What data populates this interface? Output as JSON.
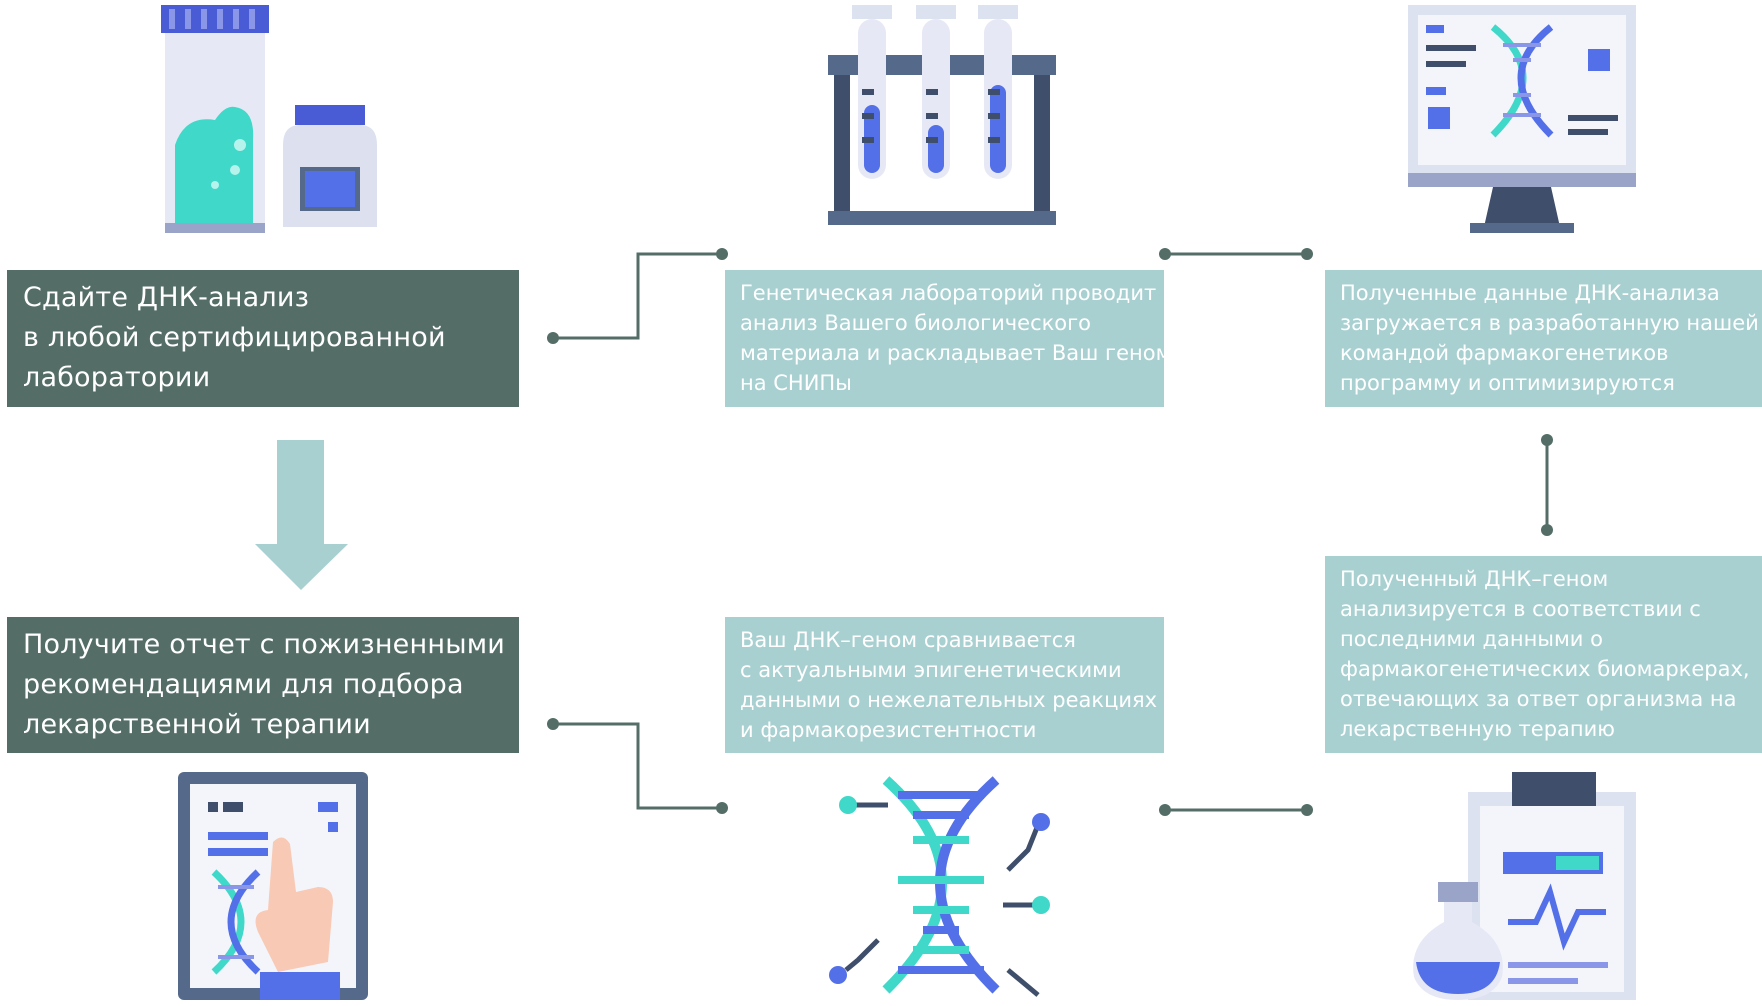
{
  "steps": {
    "step1": {
      "lines": [
        "Сдайте ДНК-анализ",
        "в любой сертифицированной",
        "лаборатории"
      ]
    },
    "step2": {
      "lines": [
        "Генетическая лабораторий проводит",
        "анализ Вашего биологического",
        "материала и раскладывает Ваш геном",
        "на СНИПы"
      ]
    },
    "step3": {
      "lines": [
        "Полученные данные ДНК-анализа",
        "загружается в разработанную нашей",
        "командой фармакогенетиков",
        "программу и оптимизируются"
      ]
    },
    "step4": {
      "lines": [
        "Полученный ДНК–геном",
        "анализируется в соответствии с",
        "последними данными о",
        "фармакогенетических биомаркерах,",
        "отвечающих за ответ организма на",
        "лекарственную терапию"
      ]
    },
    "step5": {
      "lines": [
        "Ваш ДНК–геном сравнивается",
        "с актуальными эпигенетическими",
        "данными о нежелательных реакциях",
        "и фармакорезистентности"
      ]
    },
    "step6": {
      "lines": [
        "Получите отчет с пожизненными",
        "рекомендациями  для подбора",
        "лекарственной терапии"
      ]
    }
  },
  "icons": [
    "sample-jars-icon",
    "test-tubes-icon",
    "dna-monitor-icon",
    "dna-helix-icon",
    "clipboard-flask-icon",
    "tablet-hand-icon"
  ],
  "colors": {
    "dark_box": "#546e67",
    "light_box": "#a9d0d1",
    "connector": "#546e67",
    "arrow": "#a9d0d1"
  }
}
